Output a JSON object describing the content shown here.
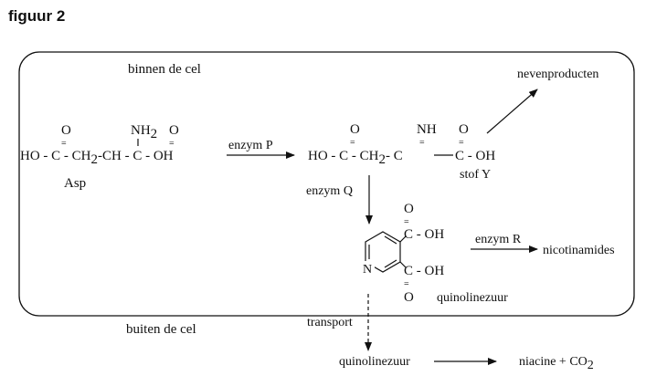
{
  "figure_title": "figuur 2",
  "regions": {
    "inside": "binnen de cel",
    "outside": "buiten de cel"
  },
  "asp": {
    "name": "Asp",
    "o_left": "O",
    "nh": "NH",
    "nh_sub": "2",
    "o_right": "O",
    "chain_a": "HO - C - CH",
    "ch2_sub": "2",
    "chain_b": "-CH - C - OH",
    "dbl": "="
  },
  "stof_y": {
    "name": "stof Y",
    "o_left": "O",
    "nh": "NH",
    "o_right": "O",
    "chain_a": "HO - C - CH",
    "ch2_sub": "2",
    "chain_b": "- C",
    "chain_c": "C - OH",
    "dbl": "="
  },
  "quinolinic": {
    "name": "quinolinezuur",
    "o_top": "O",
    "o_bottom": "O",
    "cooh_top": "C - OH",
    "cooh_bottom": "C - OH",
    "n_label": "N",
    "dbl": "="
  },
  "arrows": {
    "enzyme_p": "enzym P",
    "enzyme_q": "enzym Q",
    "enzyme_r": "enzym R",
    "transport": "transport"
  },
  "products": {
    "byproducts": "nevenproducten",
    "nicotinamides": "nicotinamides",
    "quinolinic_outside": "quinolinezuur",
    "niacin": "niacine + CO",
    "co2_sub": "2"
  }
}
